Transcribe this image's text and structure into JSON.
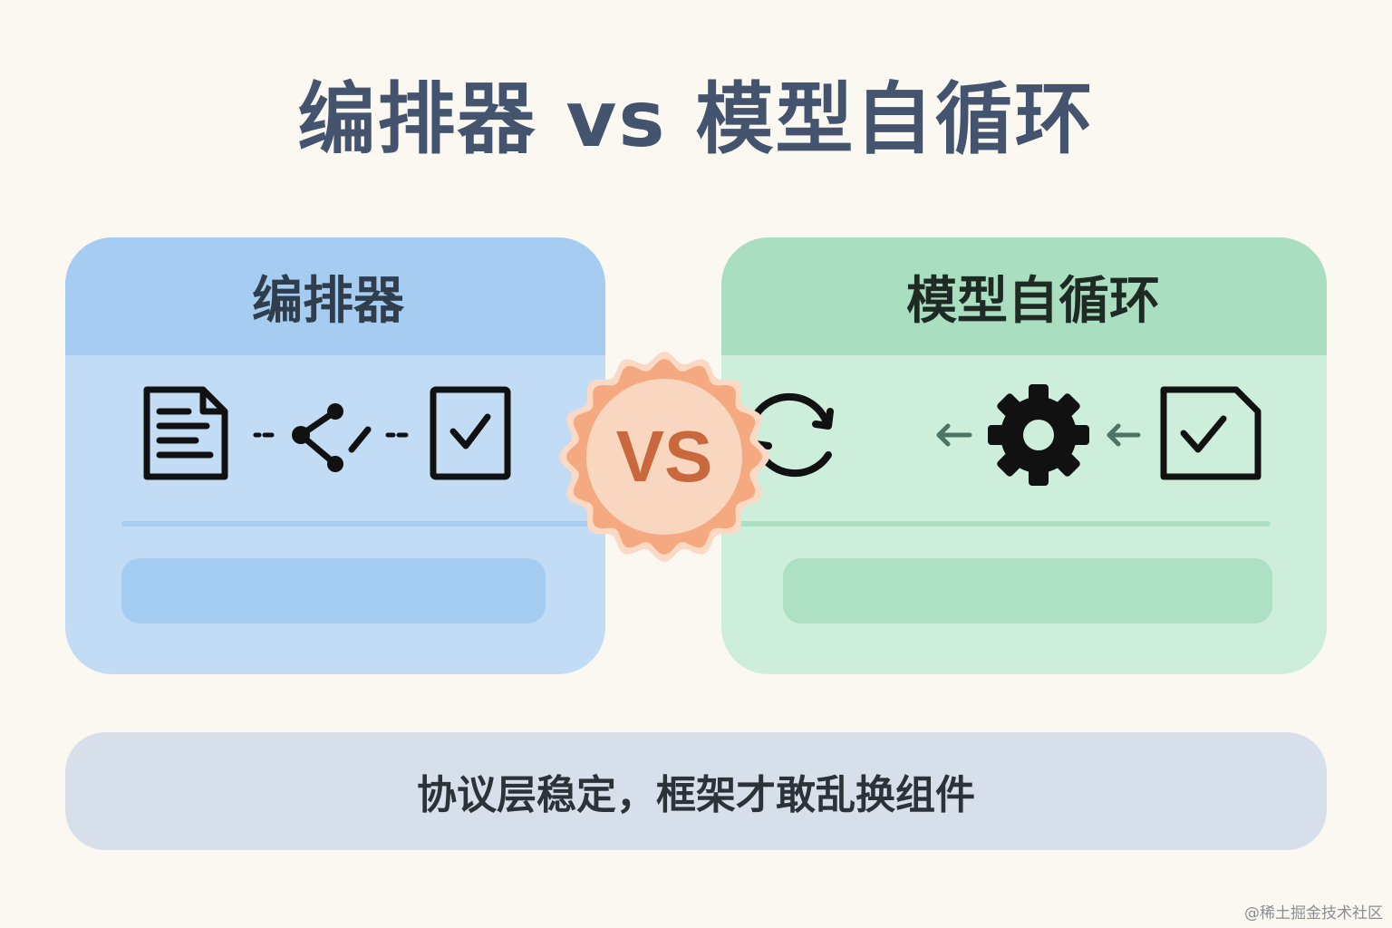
{
  "title": "编排器 vs 模型自循环",
  "left_panel": {
    "heading": "编排器",
    "icons": [
      "document-icon",
      "dashed-arrow-icon",
      "branch-icon",
      "dashed-arrow-icon",
      "checkbox-icon"
    ]
  },
  "right_panel": {
    "heading": "模型自循环",
    "icons": [
      "refresh-icon",
      "arrow-left-icon",
      "gear-icon",
      "arrow-left-icon",
      "checkbox-icon"
    ]
  },
  "vs_label": "VS",
  "footer": "协议层稳定，框架才敢乱换组件",
  "watermark": "@稀土掘金技术社区",
  "colors": {
    "background": "#fbf8f1",
    "left_panel": "#c2dcf6",
    "left_header": "#a6cdf1",
    "right_panel": "#cdeedb",
    "right_header": "#a9dec0",
    "vs_badge": "#f8d6bf",
    "vs_text": "#c9683d",
    "footer_bar": "#d7e0ea",
    "title": "#44546e"
  }
}
